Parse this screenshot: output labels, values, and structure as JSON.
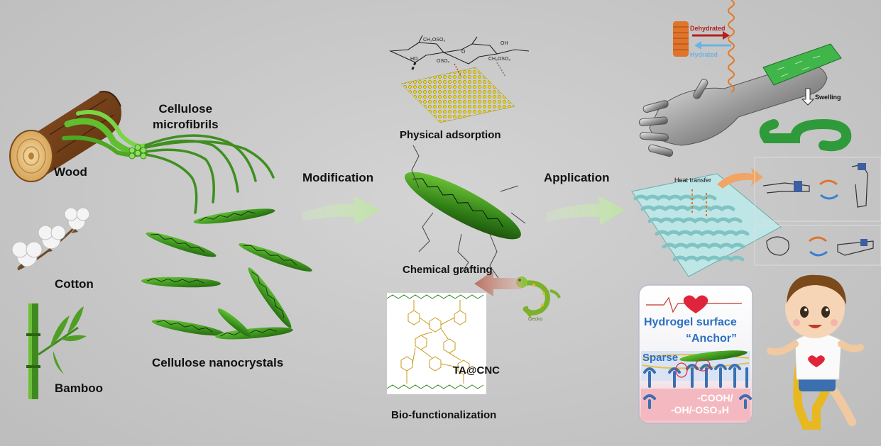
{
  "sources": {
    "wood": "Wood",
    "cotton": "Cotton",
    "bamboo": "Bamboo"
  },
  "cellulose": {
    "microfibrils_line1": "Cellulose",
    "microfibrils_line2": "microfibrils",
    "nanocrystals": "Cellulose nanocrystals"
  },
  "steps": {
    "modification": "Modification",
    "application": "Application"
  },
  "methods": {
    "physical_adsorption": "Physical adsorption",
    "chemical_grafting": "Chemical grafting",
    "bio_functionalization": "Bio-functionalization",
    "ta_cnc": "TA@CNC",
    "gecko": "Gecko"
  },
  "chemistry": {
    "ch2oso3_left": "CH₂OSO₃",
    "ch2oso3_right": "CH₂OSO₃",
    "oso3": "OSO₃",
    "oh": "OH",
    "ho": "HO",
    "o": "O"
  },
  "applications": {
    "dehydrated": "Dehydrated",
    "hydrated": "Hydrated",
    "swelling": "Swelling",
    "heat_transfer": "Heat transfer",
    "hydrogel_surface": "Hydrogel surface",
    "anchor": "“Anchor”",
    "sparse": "Sparse",
    "cooh_line1": "-COOH/",
    "cooh_line2": "-OH/-OSO₃H"
  },
  "colors": {
    "fibril_green": "#5fbf2e",
    "crystal_green": "#3f8f1f",
    "arrow_green": "#c8e6b0",
    "arrow_brown": "#c9877a",
    "fabric": "#9fd8d8",
    "title_blue": "#2c6fbf",
    "heart_red": "#e0253a"
  },
  "icons": [
    "wood-log-icon",
    "cotton-icon",
    "bamboo-icon",
    "robot-arm-icon",
    "spring-icon",
    "boy-icon",
    "gecko-icon",
    "heart-icon"
  ]
}
